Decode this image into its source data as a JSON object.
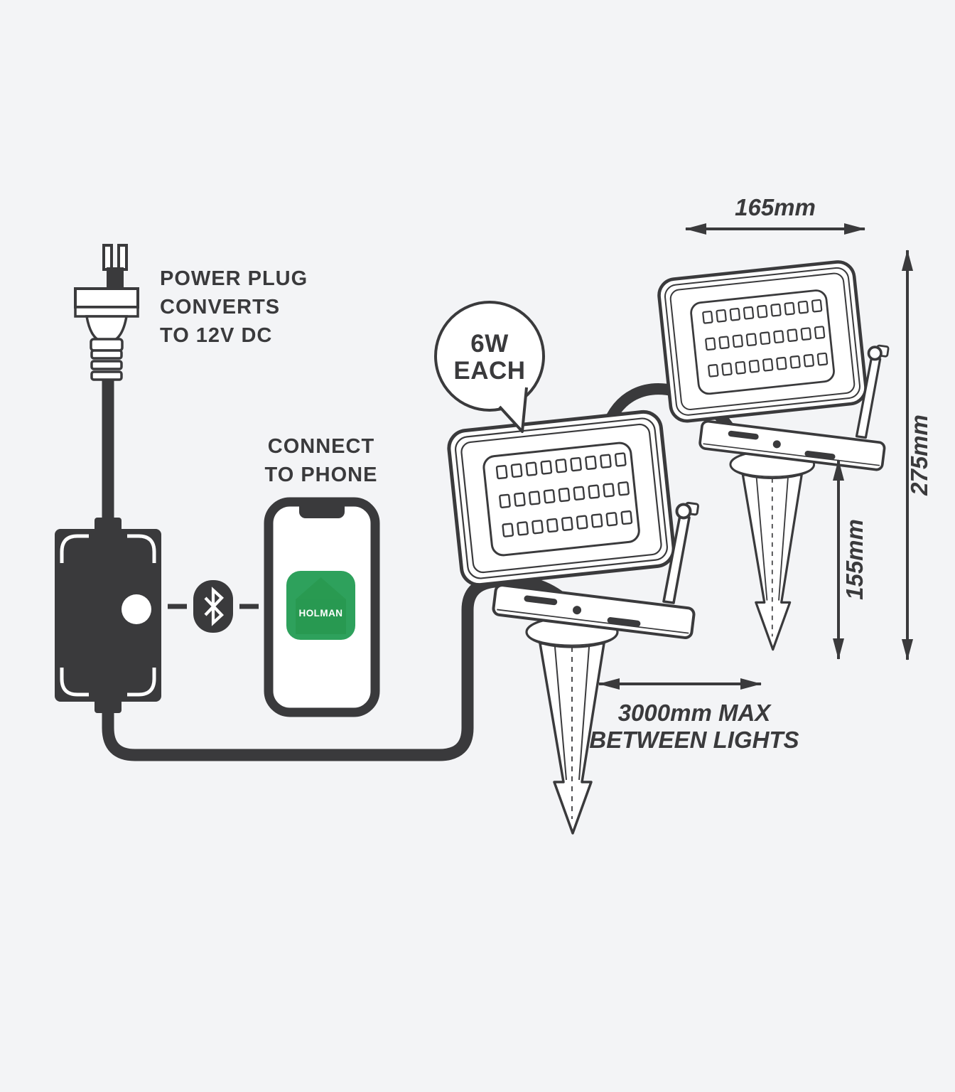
{
  "scene": {
    "background_color": "#f3f4f6",
    "ink_color": "#3a3a3c",
    "power_plug": {
      "label_lines": [
        "POWER  PLUG",
        "CONVERTS",
        "TO 12V DC"
      ]
    },
    "controller_box": {
      "indicator": "status-led"
    },
    "link": {
      "icon": "bluetooth-icon"
    },
    "phone": {
      "label_lines": [
        "CONNECT",
        "TO PHONE"
      ],
      "app_name": "HOLMAN",
      "app_green": "#2ea15c",
      "app_green_dark": "#27984f",
      "app_green_roof": "#38a961"
    },
    "bubble": {
      "lines": [
        "6W",
        "EACH"
      ]
    },
    "dimensions": {
      "width": "165mm",
      "total_height": "275mm",
      "spike_height": "155mm",
      "spacing_lines": [
        "3000mm MAX",
        "BETWEEN LIGHTS"
      ]
    }
  }
}
